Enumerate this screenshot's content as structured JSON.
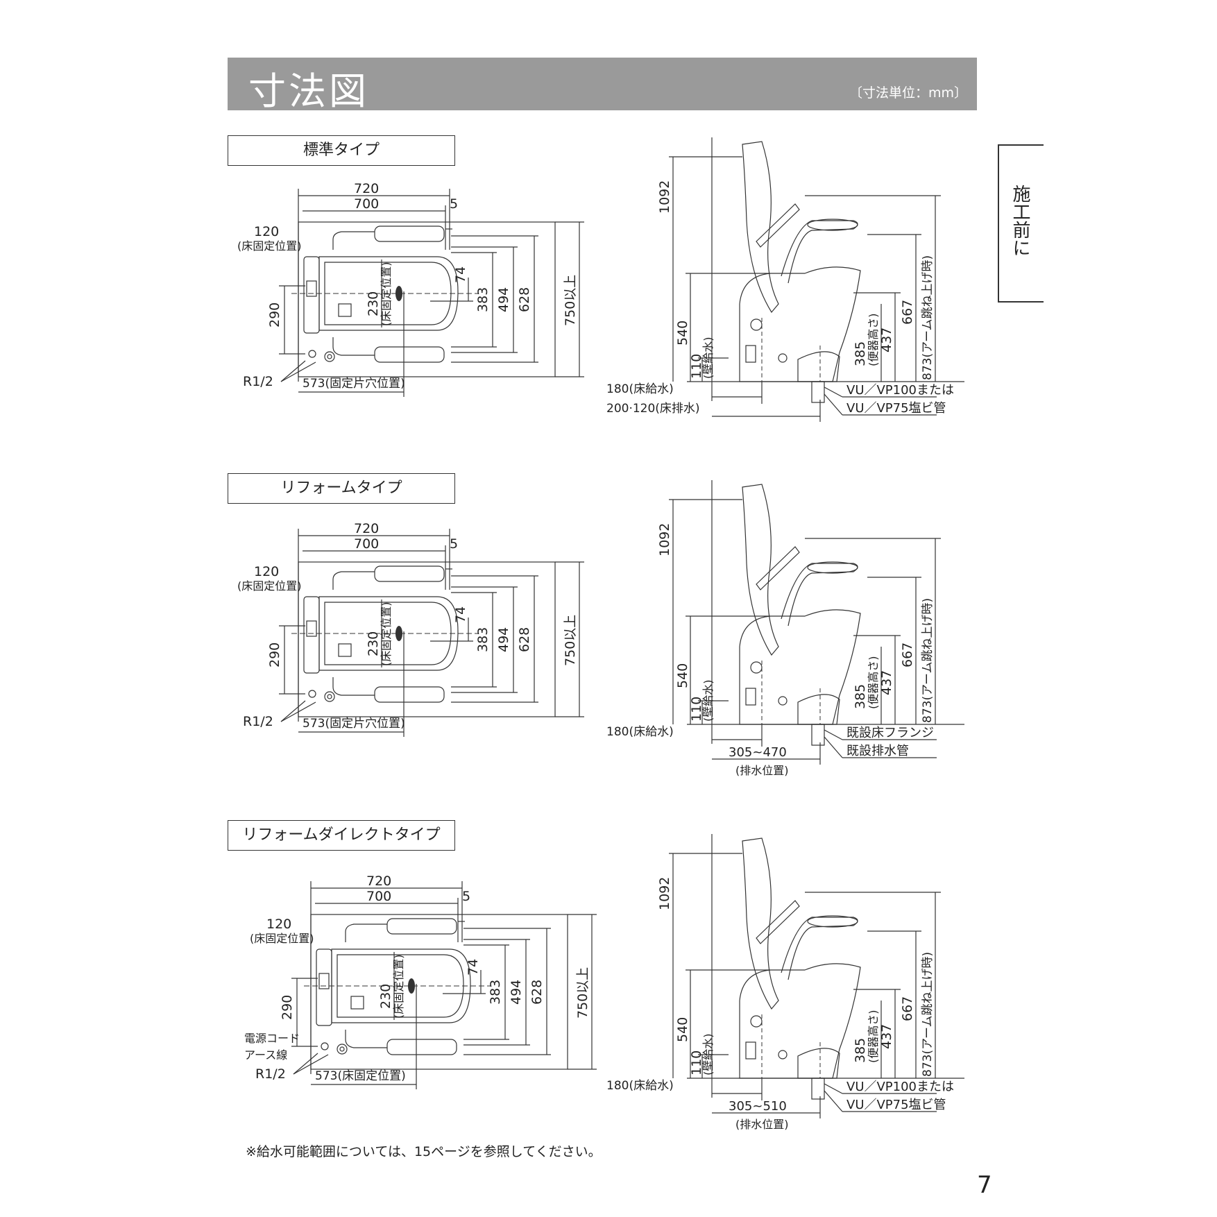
{
  "header": {
    "title": "寸法図",
    "unit_note": "〔寸法単位：mm〕"
  },
  "side_tab": {
    "label": "施工前に"
  },
  "sections": [
    {
      "title": "標準タイプ",
      "plan": {
        "w720": "720",
        "w700": "700",
        "d5": "5",
        "d120": "120",
        "d120_note": "(床固定位置)",
        "d74": "74",
        "d230": "230",
        "d230_note": "(床固定位置)",
        "d383": "383",
        "d494": "494",
        "d628": "628",
        "d750": "750以上",
        "d290": "290",
        "r12": "R1/2",
        "d573": "573(固定片穴位置)",
        "cord": "",
        "earth": ""
      },
      "side": {
        "h1092": "1092",
        "h540": "540",
        "h110": "110",
        "h110_note": "(壁給水)",
        "h385": "385",
        "h385_note": "(便器高さ)",
        "h437": "437",
        "h667": "667",
        "h873": "873(アーム跳ね上げ時)",
        "d180": "180(床給水)",
        "d200": "200·120(床排水)",
        "pipe1": "VU／VP100または",
        "pipe2": "VU／VP75塩ビ管",
        "range": "",
        "range_note": ""
      }
    },
    {
      "title": "リフォームタイプ",
      "plan": {
        "w720": "720",
        "w700": "700",
        "d5": "5",
        "d120": "120",
        "d120_note": "(床固定位置)",
        "d74": "74",
        "d230": "230",
        "d230_note": "(床固定位置)",
        "d383": "383",
        "d494": "494",
        "d628": "628",
        "d750": "750以上",
        "d290": "290",
        "r12": "R1/2",
        "d573": "573(固定片穴位置)",
        "cord": "",
        "earth": ""
      },
      "side": {
        "h1092": "1092",
        "h540": "540",
        "h110": "110",
        "h110_note": "(壁給水)",
        "h385": "385",
        "h385_note": "(便器高さ)",
        "h437": "437",
        "h667": "667",
        "h873": "873(アーム跳ね上げ時)",
        "d180": "180(床給水)",
        "d200": "",
        "pipe1": "既設床フランジ",
        "pipe2": "既設排水管",
        "range": "305~470",
        "range_note": "(排水位置)"
      }
    },
    {
      "title": "リフォームダイレクトタイプ",
      "plan": {
        "w720": "720",
        "w700": "700",
        "d5": "5",
        "d120": "120",
        "d120_note": "(床固定位置)",
        "d74": "74",
        "d230": "230",
        "d230_note": "(床固定位置)",
        "d383": "383",
        "d494": "494",
        "d628": "628",
        "d750": "750以上",
        "d290": "290",
        "r12": "R1/2",
        "d573": "573(床固定位置)",
        "cord": "電源コード",
        "earth": "アース線"
      },
      "side": {
        "h1092": "1092",
        "h540": "540",
        "h110": "110",
        "h110_note": "(壁給水)",
        "h385": "385",
        "h385_note": "(便器高さ)",
        "h437": "437",
        "h667": "667",
        "h873": "873(アーム跳ね上げ時)",
        "d180": "180(床給水)",
        "d200": "",
        "pipe1": "VU／VP100または",
        "pipe2": "VU／VP75塩ビ管",
        "range": "305~510",
        "range_note": "(排水位置)"
      }
    }
  ],
  "footnote": "※給水可能範囲については、15ページを参照してください。",
  "page_number": "7"
}
